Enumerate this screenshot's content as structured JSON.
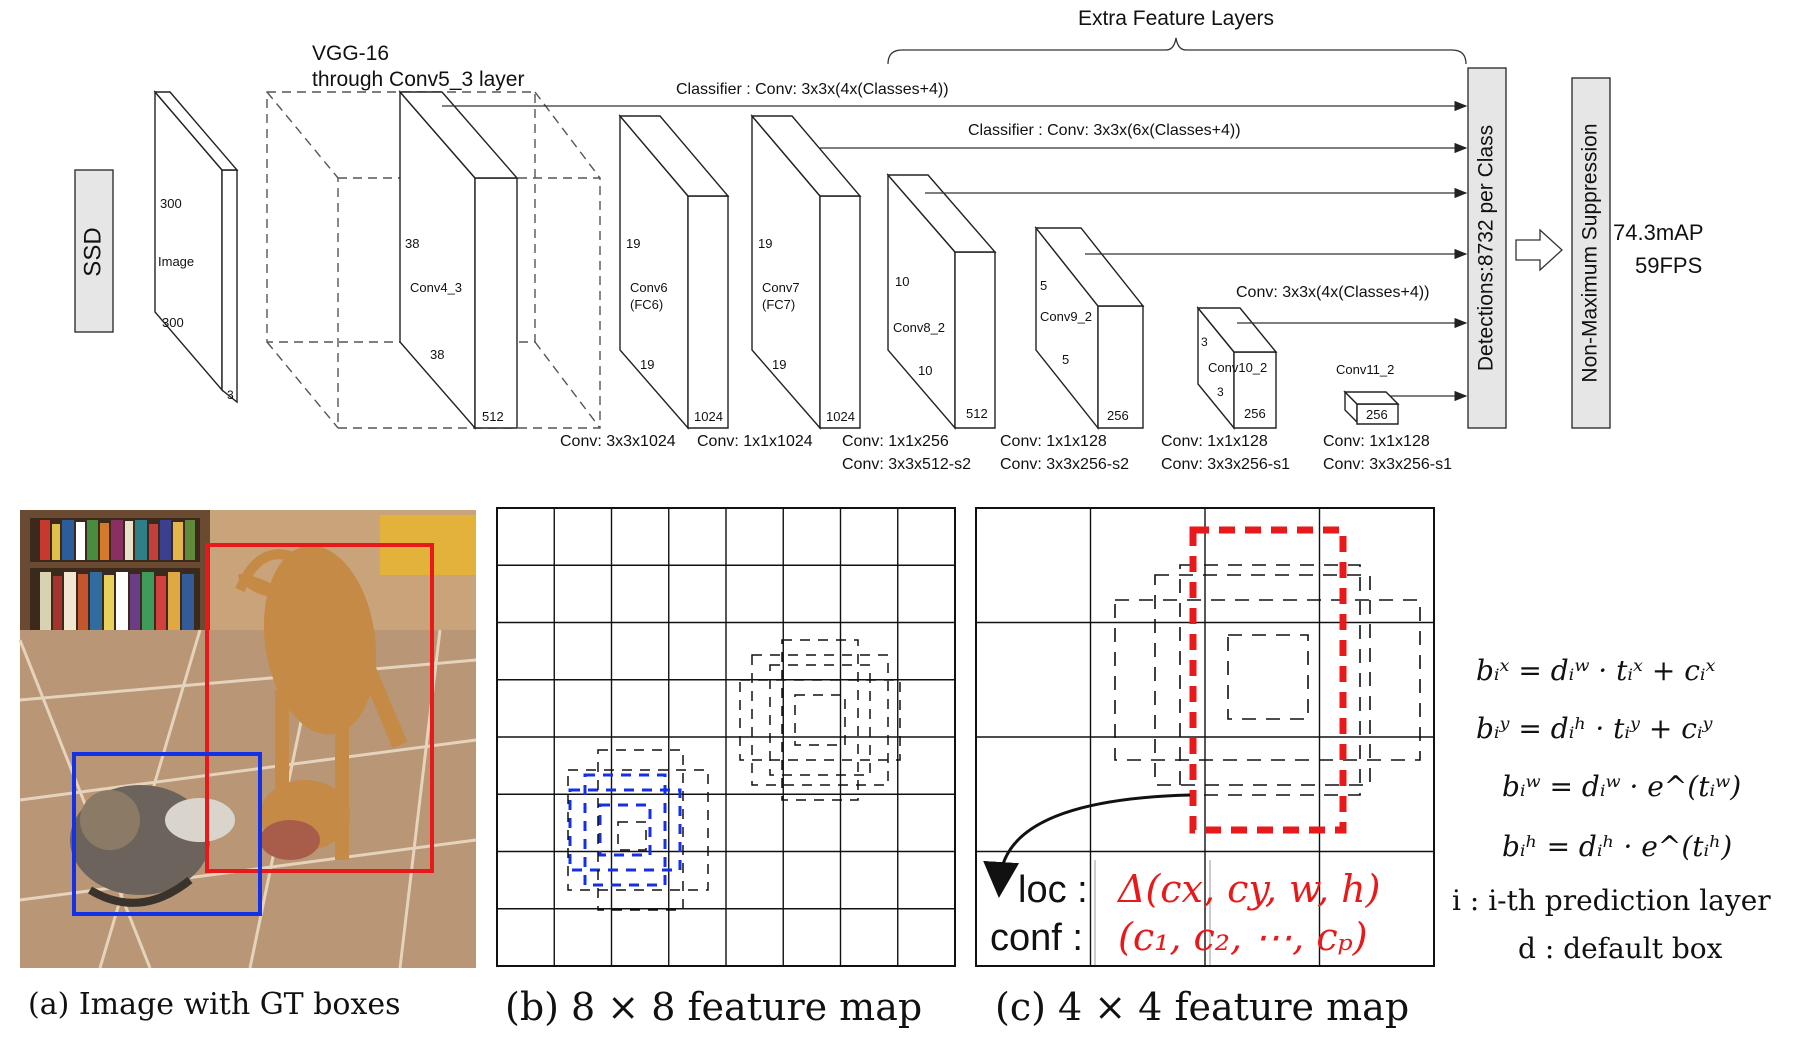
{
  "colors": {
    "line": "#222222",
    "box_fill": "#ffffff",
    "side_fill": "#ffffff",
    "ssd_fill": "#e6e6e6",
    "red": "#e8191a",
    "blue": "#1431e6",
    "grid": "#111111"
  },
  "architecture": {
    "ssd_label": "SSD",
    "vgg_label_1": "VGG-16",
    "vgg_label_2": "through Conv5_3 layer",
    "extra_label": "Extra Feature Layers",
    "image": {
      "size_top": "300",
      "name": "Image",
      "size_bottom": "300",
      "channels": "3"
    },
    "conv4_3": {
      "size_left": "38",
      "name": "Conv4_3",
      "size_bottom": "38",
      "channels": "512"
    },
    "conv6": {
      "size_left": "19",
      "name1": "Conv6",
      "name2": "(FC6)",
      "size_bottom": "19",
      "channels": "1024"
    },
    "conv7": {
      "size_left": "19",
      "name1": "Conv7",
      "name2": "(FC7)",
      "size_bottom": "19",
      "channels": "1024"
    },
    "conv8_2": {
      "size_left": "10",
      "name": "Conv8_2",
      "size_bottom": "10",
      "channels": "512"
    },
    "conv9_2": {
      "size_left": "5",
      "name": "Conv9_2",
      "size_bottom": "5",
      "channels": "256"
    },
    "conv10_2": {
      "size_left": "3",
      "name": "Conv10_2",
      "size_bottom": "3",
      "channels": "256"
    },
    "conv11_2": {
      "name": "Conv11_2",
      "channels": "256"
    },
    "classifier_1": "Classifier : Conv: 3x3x(4x(Classes+4))",
    "classifier_2": "Classifier : Conv: 3x3x(6x(Classes+4))",
    "classifier_3": "Conv: 3x3x(4x(Classes+4))",
    "conv_labels": {
      "c6": "Conv: 3x3x1024",
      "c7": "Conv: 1x1x1024",
      "c8a": "Conv:  1x1x256",
      "c8b": "Conv:  3x3x512-s2",
      "c9a": "Conv: 1x1x128",
      "c9b": "Conv: 3x3x256-s2",
      "c10a": "Conv: 1x1x128",
      "c10b": "Conv: 3x3x256-s1",
      "c11a": "Conv: 1x1x128",
      "c11b": "Conv: 3x3x256-s1"
    },
    "detections_label": "Detections:8732  per Class",
    "nms_label": "Non-Maximum Suppression",
    "result_map": "74.3mAP",
    "result_fps": "59FPS"
  },
  "panels": {
    "a_caption": "(a) Image with GT boxes",
    "b_caption": "(b) 8 × 8 feature map",
    "c_caption": "(c) 4 × 4 feature map",
    "loc_label": "loc :",
    "loc_value": "Δ(cx, cy, w, h)",
    "conf_label": "conf :",
    "conf_value": "(c₁, c₂, ⋯, cₚ)"
  },
  "equations": {
    "bx": "bᵢˣ = dᵢʷ · tᵢˣ + cᵢˣ",
    "by": "bᵢʸ = dᵢʰ · tᵢʸ + cᵢʸ",
    "bw": "bᵢʷ = dᵢʷ · e^(tᵢʷ)",
    "bh": "bᵢʰ = dᵢʰ · e^(tᵢʰ)",
    "i_def": "i : i-th prediction layer",
    "d_def": "d : default box"
  }
}
